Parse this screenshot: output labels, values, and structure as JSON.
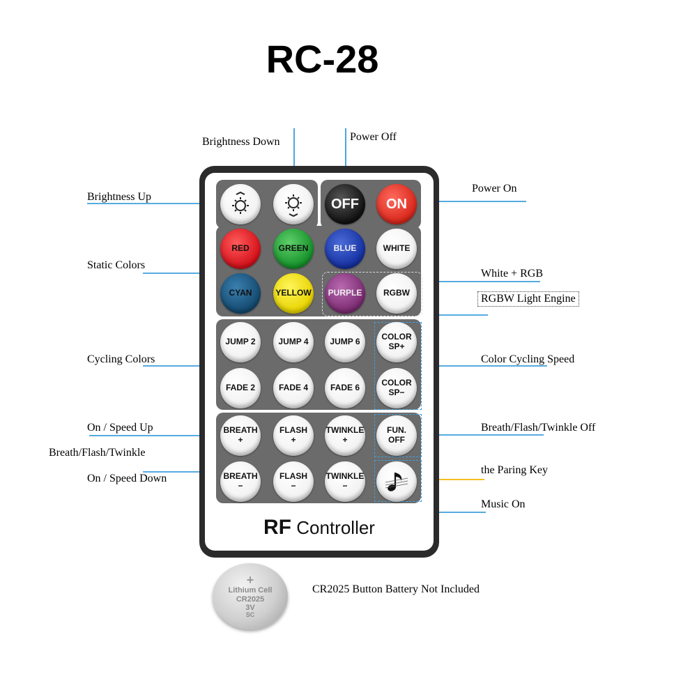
{
  "title": "RC-28",
  "labels": {
    "brightness_down": "Brightness Down",
    "power_off": "Power Off",
    "brightness_up": "Brightness Up",
    "power_on": "Power On",
    "static_colors": "Static Colors",
    "white_rgb": "White + RGB",
    "rgbw_engine": "RGBW Light Engine",
    "cycling_colors": "Cycling Colors",
    "color_cycling_speed": "Color Cycling Speed",
    "on_speed_up": "On / Speed Up",
    "breath_flash_twinkle": "Breath/Flash/Twinkle",
    "on_speed_down": "On / Speed Down",
    "bft_off": "Breath/Flash/Twinkle Off",
    "paring_key": "the Paring Key",
    "music_on": "Music On",
    "battery_note": "CR2025 Button Battery Not Included"
  },
  "buttons": {
    "off": "OFF",
    "on": "ON",
    "red": "RED",
    "green": "GREEN",
    "blue": "BLUE",
    "white": "WHITE",
    "cyan": "CYAN",
    "yellow": "YELLOW",
    "purple": "PURPLE",
    "rgbw": "RGBW",
    "jump2": "JUMP 2",
    "jump4": "JUMP 4",
    "jump6": "JUMP 6",
    "color": "COLOR",
    "sp_plus": "SP+",
    "sp_minus": "SP−",
    "fade2": "FADE 2",
    "fade4": "FADE 4",
    "fade6": "FADE 6",
    "breath": "BREATH",
    "flash": "FLASH",
    "twinkle": "TWINKLE",
    "plus": "+",
    "minus": "−",
    "fun": "FUN.",
    "fun_off": "OFF"
  },
  "remote_label": {
    "rf": "RF",
    "controller": "Controller"
  },
  "battery": {
    "line1": "Lithium Cell",
    "line2": "CR2025",
    "line3": "3V",
    "line4": "SC"
  },
  "colors": {
    "leader": "#1f8fd6",
    "paring_leader": "#f4b400",
    "panel": "#6b6b6b",
    "remote_body": "#2b2b2b"
  }
}
